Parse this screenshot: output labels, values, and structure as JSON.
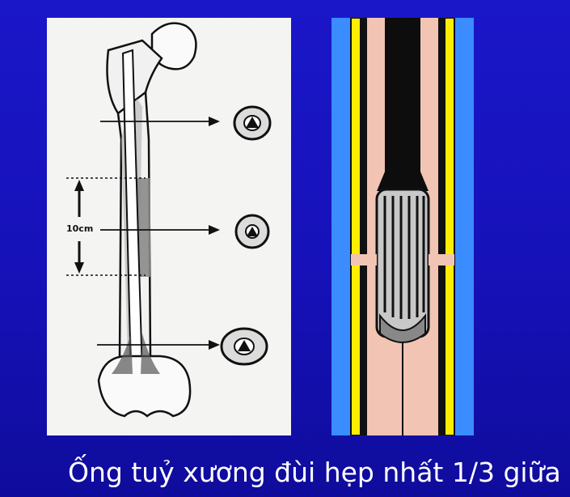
{
  "slide": {
    "caption": "Ống tuỷ xương đùi hẹp nhất 1/3 giữa",
    "colors": {
      "background": "#1611b8",
      "left_panel": "#f4f4f2",
      "right_panel": "#3a8cff",
      "cortex_yellow": "#ffee00",
      "canal_pink": "#f2c4b4",
      "ink": "#1a1a1a"
    }
  },
  "left_figure": {
    "measure_label": "10cm",
    "cross_sections": [
      "proximal-section",
      "middle-section",
      "distal-section"
    ]
  },
  "right_figure": {
    "description_icon": "intramedullary-nail-icon"
  }
}
